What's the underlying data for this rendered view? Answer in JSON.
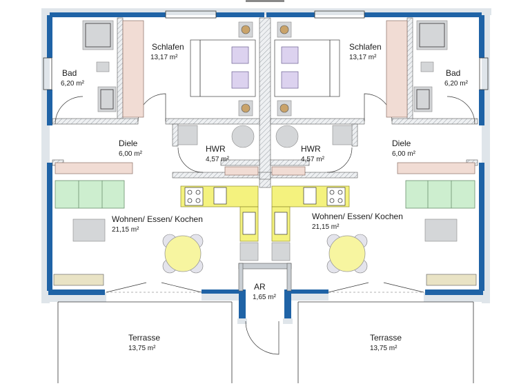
{
  "rooms": {
    "left": {
      "schlafen": {
        "name": "Schlafen",
        "area": "13,17 m²"
      },
      "bad": {
        "name": "Bad",
        "area": "6,20 m²"
      },
      "diele": {
        "name": "Diele",
        "area": "6,00 m²"
      },
      "hwr": {
        "name": "HWR",
        "area": "4,57 m²"
      },
      "wohnen": {
        "name": "Wohnen/ Essen/ Kochen",
        "area": "21,15 m²"
      },
      "terrasse": {
        "name": "Terrasse",
        "area": "13,75 m²"
      }
    },
    "right": {
      "schlafen": {
        "name": "Schlafen",
        "area": "13,17 m²"
      },
      "bad": {
        "name": "Bad",
        "area": "6,20 m²"
      },
      "diele": {
        "name": "Diele",
        "area": "6,00 m²"
      },
      "hwr": {
        "name": "HWR",
        "area": "4,57 m²"
      },
      "wohnen": {
        "name": "Wohnen/ Essen/ Kochen",
        "area": "21,15 m²"
      },
      "terrasse": {
        "name": "Terrasse",
        "area": "13,75 m²"
      }
    },
    "center": {
      "ar": {
        "name": "AR",
        "area": "1,65 m²"
      }
    }
  },
  "colors": {
    "outer_wall": "#1f63a6",
    "sofa": "#cdeecf",
    "kitchen_counter": "#f4f27e",
    "bed_pillow": "#dcd2ef",
    "dining_table": "#f7f5a0"
  }
}
